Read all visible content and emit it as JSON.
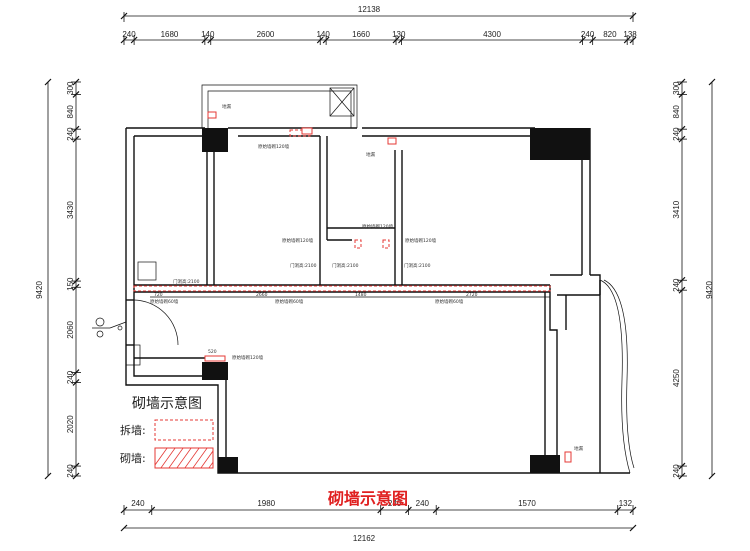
{
  "title": "砌墙示意图",
  "legend": {
    "title": "砌墙示意图",
    "demolish_label": "拆墙:",
    "build_label": "砌墙:"
  },
  "dims_top": {
    "total": "12138",
    "segments": [
      "240",
      "1680",
      "140",
      "2600",
      "140",
      "1660",
      "130",
      "4300",
      "240",
      "820",
      "138"
    ]
  },
  "dims_bottom": {
    "total": "12162",
    "segments": [
      "240",
      "1980",
      "240",
      "240",
      "1570",
      "132"
    ]
  },
  "dims_left": {
    "total": "9420",
    "segments": [
      "300",
      "840",
      "240",
      "3430",
      "150",
      "2060",
      "240",
      "2020",
      "240"
    ]
  },
  "dims_right": {
    "total": "9420",
    "segments": [
      "300",
      "840",
      "240",
      "3410",
      "240",
      "4250",
      "240"
    ]
  },
  "inner_dims": [
    "720",
    "2660",
    "1480",
    "2720",
    "520"
  ],
  "door_notes": [
    "门洞高:2100",
    "门洞高:2100",
    "门洞高:2100",
    "门洞高:2100"
  ],
  "wall_notes": [
    "原始墙砌120墙",
    "原始墙砌120墙",
    "原始墙砌120墙",
    "原始墙砌120墙",
    "原始墙砌60墙",
    "原始墙砌60墙",
    "原始墙砌60墙",
    "原始墙砌120墙"
  ],
  "pipe_notes": [
    "地漏",
    "地漏",
    "地漏"
  ]
}
